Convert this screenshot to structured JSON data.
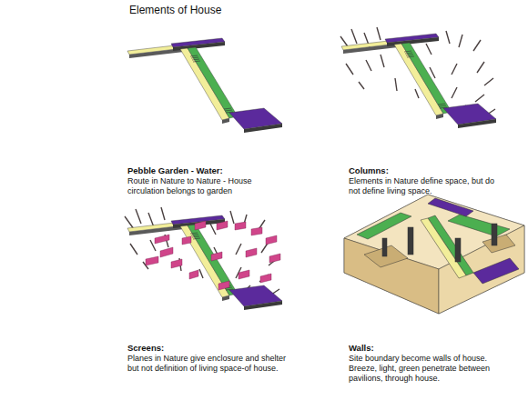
{
  "diagram": {
    "title": "Elements of House",
    "labels": [
      "Pebble Garden - Water:",
      "Route in Nature to Nature - House circulation belongs to garden",
      "Columns:",
      "Elements in Nature define space, but do not define living space.",
      "Screens:",
      "Planes in Nature give enclosure and shelter but not definition of living space-of house.",
      "Walls:",
      "Site boundary become walls of house. Breeze, light, green penetrate between pavilions, through house."
    ]
  }
}
